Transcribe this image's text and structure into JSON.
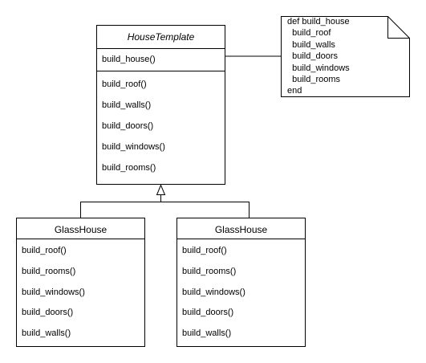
{
  "template_class": {
    "name": "HouseTemplate",
    "template_method": "build_house()",
    "steps": [
      "build_roof()",
      "build_walls()",
      "build_doors()",
      "build_windows()",
      "build_rooms()"
    ]
  },
  "note": {
    "lines": [
      "def build_house",
      "  build_roof",
      "  build_walls",
      "  build_doors",
      "  build_windows",
      "  build_rooms",
      "end"
    ]
  },
  "subclasses": [
    {
      "name": "GlassHouse",
      "methods": [
        "build_roof()",
        "build_rooms()",
        "build_windows()",
        "build_doors()",
        "build_walls()"
      ]
    },
    {
      "name": "GlassHouse",
      "methods": [
        "build_roof()",
        "build_rooms()",
        "build_windows()",
        "build_doors()",
        "build_walls()"
      ]
    }
  ]
}
